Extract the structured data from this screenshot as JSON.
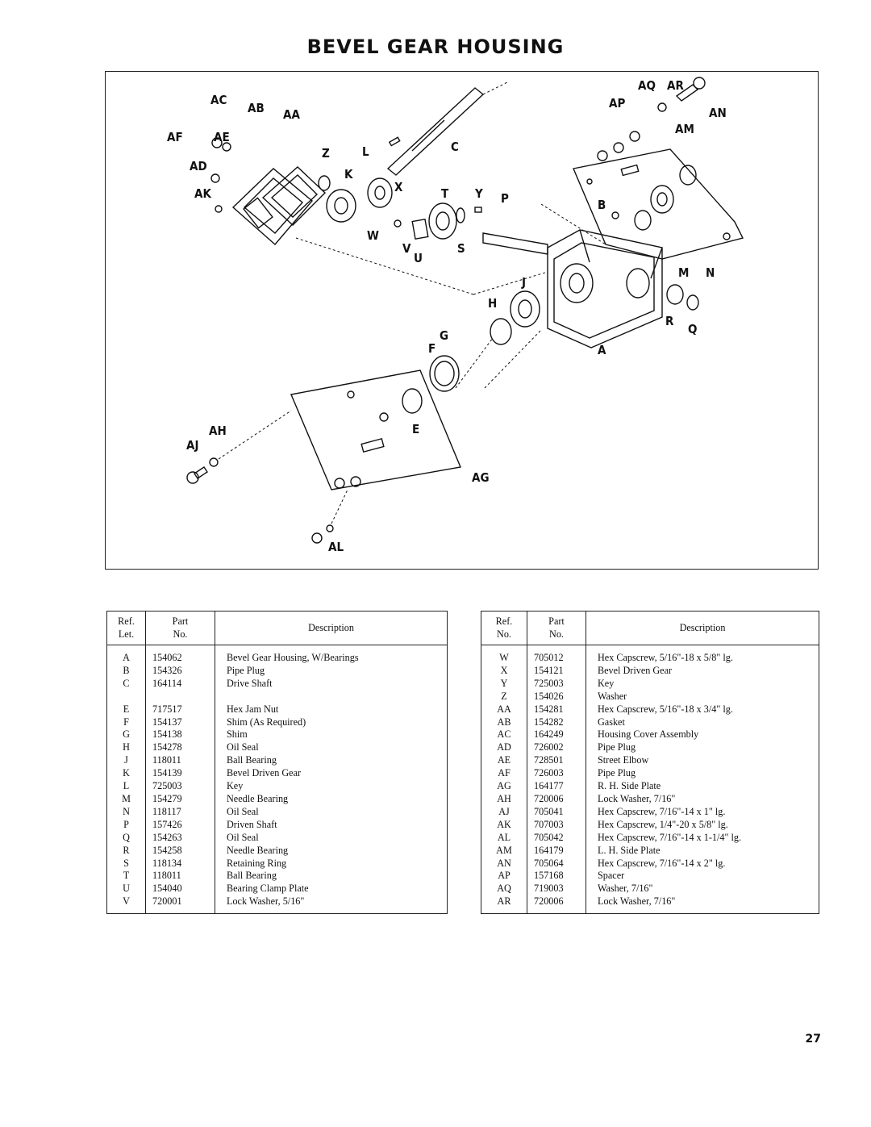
{
  "title": "BEVEL GEAR HOUSING",
  "diagram": {
    "callouts": [
      "AC",
      "AB",
      "AA",
      "AF",
      "AE",
      "AD",
      "AK",
      "Z",
      "K",
      "L",
      "C",
      "X",
      "T",
      "Y",
      "P",
      "W",
      "V",
      "U",
      "S",
      "AQ",
      "AR",
      "AP",
      "AN",
      "AM",
      "B",
      "M",
      "N",
      "R",
      "Q",
      "J",
      "H",
      "G",
      "F",
      "A",
      "E",
      "AJ",
      "AH",
      "AG",
      "AL"
    ]
  },
  "table_left": {
    "headers": {
      "ref": "Ref.\nLet.",
      "part": "Part\nNo.",
      "desc": "Description"
    },
    "rows": [
      {
        "ref": "A",
        "part": "154062",
        "desc": "Bevel Gear Housing, W/Bearings"
      },
      {
        "ref": "B",
        "part": "154326",
        "desc": "Pipe Plug"
      },
      {
        "ref": "C",
        "part": "164114",
        "desc": "Drive Shaft"
      },
      {
        "ref": "",
        "part": "",
        "desc": ""
      },
      {
        "ref": "E",
        "part": "717517",
        "desc": "Hex Jam Nut"
      },
      {
        "ref": "F",
        "part": "154137",
        "desc": "Shim (As Required)"
      },
      {
        "ref": "G",
        "part": "154138",
        "desc": "Shim"
      },
      {
        "ref": "H",
        "part": "154278",
        "desc": "Oil Seal"
      },
      {
        "ref": "J",
        "part": "118011",
        "desc": "Ball Bearing"
      },
      {
        "ref": "K",
        "part": "154139",
        "desc": "Bevel Driven Gear"
      },
      {
        "ref": "L",
        "part": "725003",
        "desc": "Key"
      },
      {
        "ref": "M",
        "part": "154279",
        "desc": "Needle Bearing"
      },
      {
        "ref": "N",
        "part": "118117",
        "desc": "Oil Seal"
      },
      {
        "ref": "P",
        "part": "157426",
        "desc": "Driven Shaft"
      },
      {
        "ref": "Q",
        "part": "154263",
        "desc": "Oil Seal"
      },
      {
        "ref": "R",
        "part": "154258",
        "desc": "Needle Bearing"
      },
      {
        "ref": "S",
        "part": "118134",
        "desc": "Retaining Ring"
      },
      {
        "ref": "T",
        "part": "118011",
        "desc": "Ball Bearing"
      },
      {
        "ref": "U",
        "part": "154040",
        "desc": "Bearing Clamp Plate"
      },
      {
        "ref": "V",
        "part": "720001",
        "desc": "Lock Washer, 5/16\""
      }
    ]
  },
  "table_right": {
    "headers": {
      "ref": "Ref.\nNo.",
      "part": "Part\nNo.",
      "desc": "Description"
    },
    "rows": [
      {
        "ref": "W",
        "part": "705012",
        "desc": "Hex Capscrew, 5/16\"-18 x 5/8\" lg."
      },
      {
        "ref": "X",
        "part": "154121",
        "desc": "Bevel Driven Gear"
      },
      {
        "ref": "Y",
        "part": "725003",
        "desc": "Key"
      },
      {
        "ref": "Z",
        "part": "154026",
        "desc": "Washer"
      },
      {
        "ref": "AA",
        "part": "154281",
        "desc": "Hex Capscrew, 5/16\"-18 x 3/4\" lg."
      },
      {
        "ref": "AB",
        "part": "154282",
        "desc": "Gasket"
      },
      {
        "ref": "AC",
        "part": "164249",
        "desc": "Housing Cover Assembly"
      },
      {
        "ref": "AD",
        "part": "726002",
        "desc": "Pipe Plug"
      },
      {
        "ref": "AE",
        "part": "728501",
        "desc": "Street Elbow"
      },
      {
        "ref": "AF",
        "part": "726003",
        "desc": "Pipe Plug"
      },
      {
        "ref": "AG",
        "part": "164177",
        "desc": "R. H. Side Plate"
      },
      {
        "ref": "AH",
        "part": "720006",
        "desc": "Lock Washer, 7/16\""
      },
      {
        "ref": "AJ",
        "part": "705041",
        "desc": "Hex Capscrew, 7/16\"-14 x 1\" lg."
      },
      {
        "ref": "AK",
        "part": "707003",
        "desc": "Hex Capscrew, 1/4\"-20 x 5/8\" lg."
      },
      {
        "ref": "AL",
        "part": "705042",
        "desc": "Hex Capscrew, 7/16\"-14 x 1-1/4\" lg."
      },
      {
        "ref": "AM",
        "part": "164179",
        "desc": "L. H. Side Plate"
      },
      {
        "ref": "AN",
        "part": "705064",
        "desc": "Hex Capscrew, 7/16\"-14 x 2\" lg."
      },
      {
        "ref": "AP",
        "part": "157168",
        "desc": "Spacer"
      },
      {
        "ref": "AQ",
        "part": "719003",
        "desc": "Washer, 7/16\""
      },
      {
        "ref": "AR",
        "part": "720006",
        "desc": "Lock Washer, 7/16\""
      }
    ]
  },
  "page_number": "27"
}
